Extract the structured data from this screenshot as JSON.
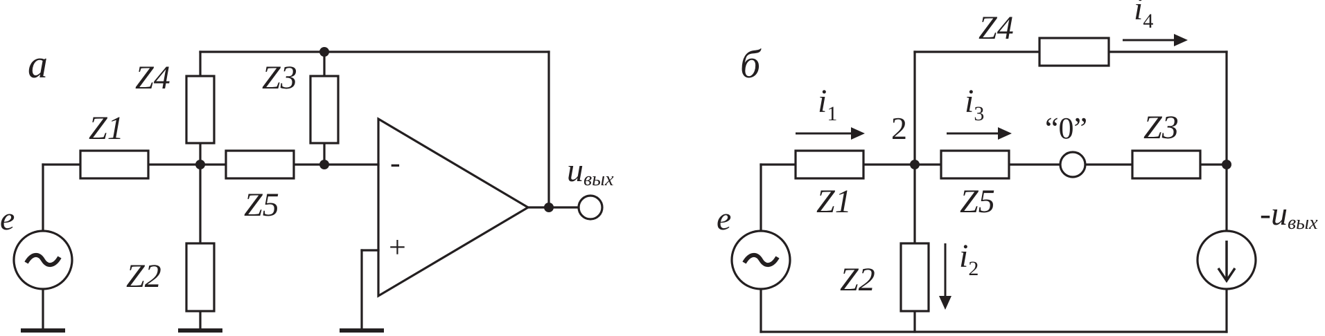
{
  "diagram_a": {
    "panel_label": "а",
    "labels": {
      "z1": "Z1",
      "z2": "Z2",
      "z3": "Z3",
      "z4": "Z4",
      "z5": "Z5",
      "source": "e",
      "out_main": "u",
      "out_sub": "вых",
      "opamp_minus": "-",
      "opamp_plus": "+"
    }
  },
  "diagram_b": {
    "panel_label": "б",
    "labels": {
      "z1": "Z1",
      "z2": "Z2",
      "z3": "Z3",
      "z4": "Z4",
      "z5": "Z5",
      "source": "e",
      "node2": "2",
      "zero_node": "“0”",
      "i": "i",
      "i1_sub": "1",
      "i2_sub": "2",
      "i3_sub": "3",
      "i4_sub": "4",
      "out_prefix": "-u",
      "out_sub": "вых"
    }
  },
  "icons": [
    "ac-source-icon",
    "current-source-icon",
    "ground-icon",
    "opamp-icon",
    "resistor-icon",
    "terminal-icon"
  ]
}
